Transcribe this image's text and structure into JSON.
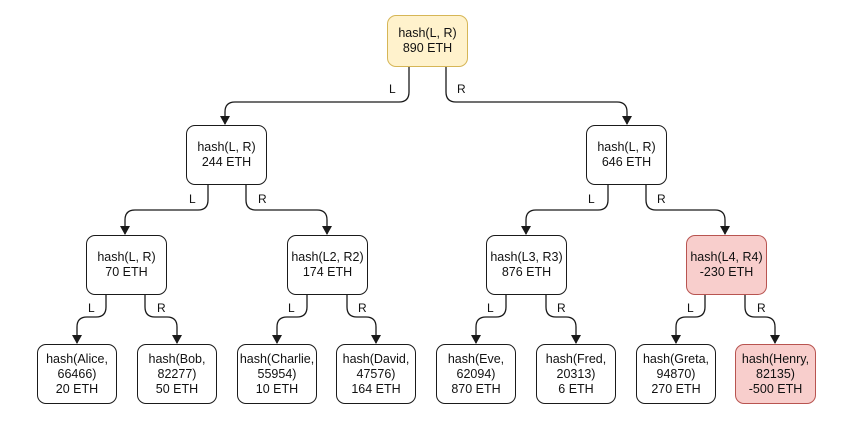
{
  "tree": {
    "root": {
      "hash": "hash(L, R)",
      "amount": "890 ETH",
      "left_label": "L",
      "right_label": "R"
    },
    "left": {
      "hash": "hash(L, R)",
      "amount": "244 ETH",
      "left_label": "L",
      "right_label": "R"
    },
    "right": {
      "hash": "hash(L, R)",
      "amount": "646 ETH",
      "left_label": "L",
      "right_label": "R"
    },
    "ll": {
      "hash": "hash(L, R)",
      "amount": "70 ETH",
      "left_label": "L",
      "right_label": "R"
    },
    "lr": {
      "hash": "hash(L2, R2)",
      "amount": "174 ETH",
      "left_label": "L",
      "right_label": "R"
    },
    "rl": {
      "hash": "hash(L3, R3)",
      "amount": "876 ETH",
      "left_label": "L",
      "right_label": "R"
    },
    "rr": {
      "hash": "hash(L4, R4)",
      "amount": "-230 ETH",
      "left_label": "L",
      "right_label": "R"
    },
    "leaves": [
      {
        "line1": "hash(Alice,",
        "line2": "66466)",
        "amount": "20 ETH"
      },
      {
        "line1": "hash(Bob,",
        "line2": "82277)",
        "amount": "50 ETH"
      },
      {
        "line1": "hash(Charlie,",
        "line2": "55954)",
        "amount": "10 ETH"
      },
      {
        "line1": "hash(David,",
        "line2": "47576)",
        "amount": "164 ETH"
      },
      {
        "line1": "hash(Eve,",
        "line2": "62094)",
        "amount": "870 ETH"
      },
      {
        "line1": "hash(Fred,",
        "line2": "20313)",
        "amount": "6 ETH"
      },
      {
        "line1": "hash(Greta,",
        "line2": "94870)",
        "amount": "270 ETH"
      },
      {
        "line1": "hash(Henry,",
        "line2": "82135)",
        "amount": "-500 ETH"
      }
    ]
  },
  "colors": {
    "root_fill": "#fff2cc",
    "root_border": "#d6b656",
    "negative_fill": "#f8cecc",
    "negative_border": "#b85450",
    "line": "#1a1a1a"
  }
}
